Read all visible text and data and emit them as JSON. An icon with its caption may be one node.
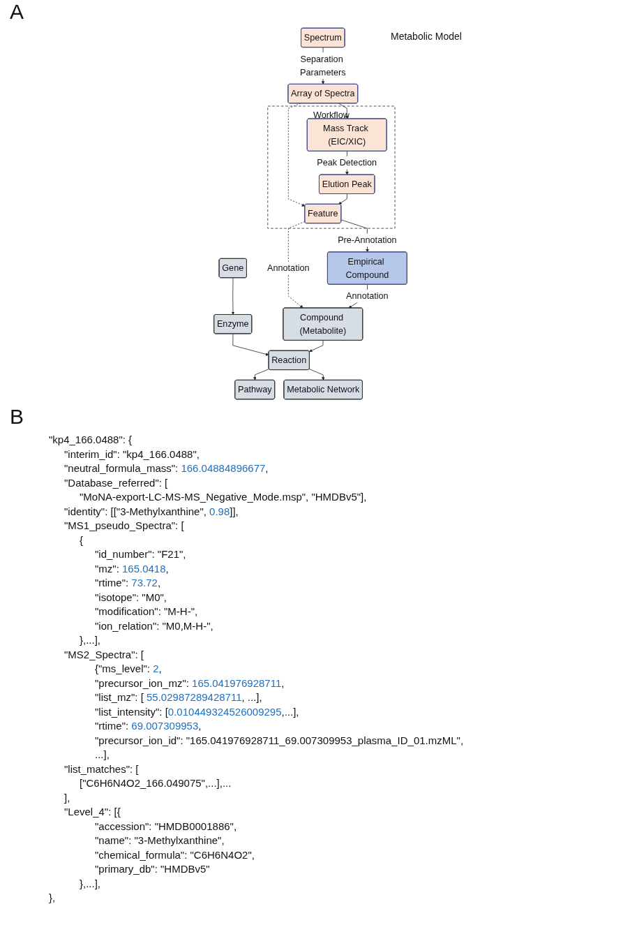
{
  "diagram": {
    "nodes": [
      {
        "text": [
          "Spectrum"
        ]
      },
      {
        "text": [
          "Array of Spectra"
        ]
      },
      {
        "text": [
          "Workflow"
        ]
      },
      {
        "text": [
          "Mass Track (EIC/XIC)"
        ],
        "in": 2
      },
      {
        "text": [
          "Elution Peak"
        ],
        "in": 2
      },
      {
        "text": [
          "Feature"
        ],
        "in": 2
      },
      {
        "text": [
          "Empirical Compound"
        ]
      },
      {
        "text": [
          "Gene"
        ]
      },
      {
        "text": [
          "Pathway"
        ]
      },
      {
        "text": [
          "Enzyme"
        ]
      },
      {
        "text": [
          "Reaction"
        ]
      },
      {
        "text": [
          "Metabolic Network"
        ]
      },
      {
        "text": [
          "Compound (Metabolite)"
        ]
      }
    ],
    "edges": [
      {
        "from": 0,
        "to": 1,
        "arrow": "to",
        "label": "Separation Parameters"
      },
      {
        "from": 1,
        "to": 3,
        "arrow": "to"
      },
      {
        "from": 1,
        "to": 5,
        "arrow": "to",
        "style": "dashed"
      },
      {
        "from": 3,
        "to": 4,
        "arrow": "to",
        "label": "Peak Detection"
      },
      {
        "from": 4,
        "to": 5,
        "arrow": "to"
      },
      {
        "from": 5,
        "to": 12,
        "arrow": "to",
        "label": "Annotation",
        "style": "dashed"
      },
      {
        "from": 5,
        "to": 6,
        "arrow": "to",
        "label": "Pre-Annotation"
      },
      {
        "from": 6,
        "to": 12,
        "arrow": "to",
        "label": "Annotation"
      },
      {
        "from": 7,
        "to": 9,
        "arrow": "to"
      },
      {
        "from": 9,
        "to": 10,
        "arrow": "to"
      },
      {
        "from": 10,
        "to": 8,
        "arrow": "to"
      },
      {
        "from": 10,
        "to": 11,
        "arrow": "to"
      },
      {
        "from": 12,
        "to": 10,
        "arrow": "to"
      }
    ],
    "labels": [
      "A",
      "Metabolic Model",
      "B",
      "\"kp4_166.0488\": {",
      "\"interim_id\": \"kp4_166.0488\",",
      "\"neutral_formula_mass\": 166.04884896677,",
      "\"Database_referred\": [",
      "\"MoNA-export-LC-MS-MS_Negative_Mode.msp\", \"HMDBv5\"],",
      "\"identity\": [[\"3-Methylxanthine\", 0.98]],",
      "\"MS1_pseudo_Spectra\": [",
      "{",
      "\"id_number\": \"F21\",",
      "\"mz\": 165.0418,",
      "\"rtime\": 73.72,",
      "\"isotope\": \"M0\",",
      "\"modification\": \"M-H-\",",
      "\"ion_relation\": \"M0,M-H-\",",
      "},...],",
      "\"MS2_Spectra\": [",
      "{\"ms_level\": 2,",
      "\"precursor_ion_mz\": 165.041976928711,",
      "\"list_mz\": [ 55.02987289428711, ...],",
      "\"list_intensity\": [0.010449324526009295,...],",
      "\"rtime\": 69.007309953,",
      "\"precursor_ion_id\": \"165.041976928711_69.007309953_plasma_ID_01.mzML\",",
      "...],",
      "\"list_matches\": [",
      "[\"C6H6N4O2_166.049075\",...],...",
      "],",
      "\"Level_4\": [{",
      "\"accession\": \"HMDB0001886\",",
      "\"name\": \"3-Methylxanthine\",",
      "\"chemical_formula\": \"C6H6N4O2\",",
      "\"primary_db\": \"HMDBv5\"",
      "},...],",
      "},"
    ]
  }
}
